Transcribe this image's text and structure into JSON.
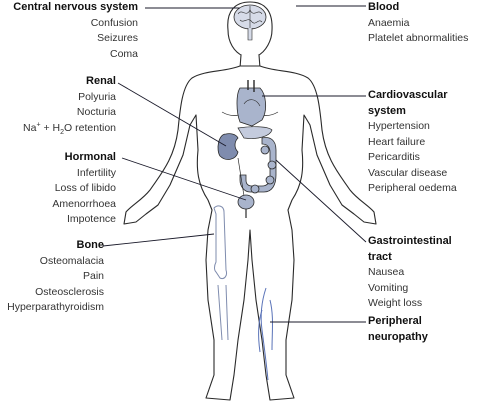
{
  "groups": {
    "cns": {
      "heading": "Central nervous system",
      "items": [
        "Confusion",
        "Seizures",
        "Coma"
      ]
    },
    "renal": {
      "heading": "Renal",
      "items": [
        "Polyuria",
        "Nocturia"
      ],
      "na_prefix": "Na",
      "na_sup": "+",
      "na_mid": " + H",
      "na_sub": "2",
      "na_suffix": "O retention"
    },
    "hormonal": {
      "heading": "Hormonal",
      "items": [
        "Infertility",
        "Loss of libido",
        "Amenorrhoea",
        "Impotence"
      ]
    },
    "bone": {
      "heading": "Bone",
      "items": [
        "Osteomalacia",
        "Pain",
        "Osteosclerosis",
        "Hyperparathyroidism"
      ]
    },
    "blood": {
      "heading": "Blood",
      "items": [
        "Anaemia",
        "Platelet abnormalities"
      ]
    },
    "cardio": {
      "heading": "Cardiovascular system",
      "items": [
        "Hypertension",
        "Heart failure",
        "Pericarditis",
        "Vascular disease",
        "Peripheral oedema"
      ]
    },
    "gi": {
      "heading": "Gastrointestinal tract",
      "items": [
        "Nausea",
        "Vomiting",
        "Weight loss"
      ]
    },
    "neuro": {
      "heading": "Peripheral neuropathy",
      "items": []
    }
  },
  "colors": {
    "outline": "#2a2a2a",
    "organ": "#a9b4cc",
    "organ_dark": "#7f8cae",
    "leader": "#1a1a1a",
    "vein": "#5a73b8"
  }
}
